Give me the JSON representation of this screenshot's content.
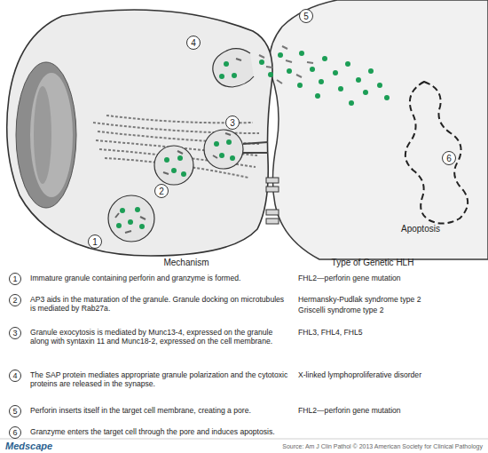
{
  "diagram": {
    "nodes": [
      {
        "text": [
          "1"
        ]
      },
      {
        "text": [
          "2"
        ]
      },
      {
        "text": [
          "3"
        ]
      },
      {
        "text": [
          "4"
        ]
      },
      {
        "text": [
          "5"
        ]
      },
      {
        "text": [
          "6"
        ]
      },
      {
        "text": [
          "1"
        ]
      },
      {
        "text": [
          "2"
        ]
      },
      {
        "text": [
          "3"
        ]
      },
      {
        "text": [
          "4"
        ]
      },
      {
        "text": [
          "5"
        ]
      },
      {
        "text": [
          "6"
        ]
      }
    ],
    "labels": [
      "Apoptosis",
      "Mechanism",
      "Type of Genetic HLH",
      "Immature granule containing perforin and granzyme is formed.",
      "FHL2—perforin gene mutation",
      "AP3 aids in the maturation of the granule. Granule docking on microtubules is mediated by Rab27a.",
      "Hermansky-Pudlak syndrome type 2",
      "Griscelli syndrome type 2",
      "Granule exocytosis is mediated by Munc13-4, expressed on the granule along with syntaxin 11 and Munc18-2, expressed on the cell membrane.",
      "FHL3, FHL4, FHL5",
      "The SAP protein mediates appropriate granule polarization and the cytotoxic proteins are released in the synapse.",
      "X-linked lymphoproliferative disorder",
      "Perforin inserts itself in the target cell membrane, creating a pore.",
      "FHL2—perforin gene mutation",
      "Granzyme enters the target cell through the pore and induces apoptosis.",
      "Medscape",
      "Source: Am J Clin Pathol © 2013 American Society for Clinical Pathology"
    ]
  }
}
